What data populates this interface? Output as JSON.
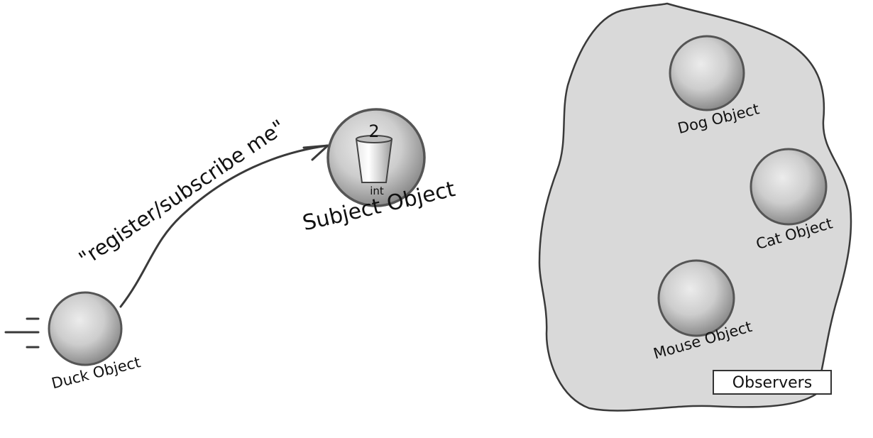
{
  "colors": {
    "blob_fill": "#d9d9d9",
    "stroke": "#3a3a3a",
    "sphere_light": "#e6e6e6",
    "sphere_dark": "#8f8f8f"
  },
  "labels": {
    "duck": "Duck Object",
    "subject": "Subject Object",
    "subject_value": "2",
    "subject_type": "int",
    "arrow_message": "\"register/subscribe me\"",
    "dog": "Dog Object",
    "cat": "Cat Object",
    "mouse": "Mouse Object",
    "observers": "Observers"
  },
  "icons": {
    "subject_container": "cup-icon",
    "arrow": "arrow-icon",
    "motion": "motion-lines-icon"
  }
}
